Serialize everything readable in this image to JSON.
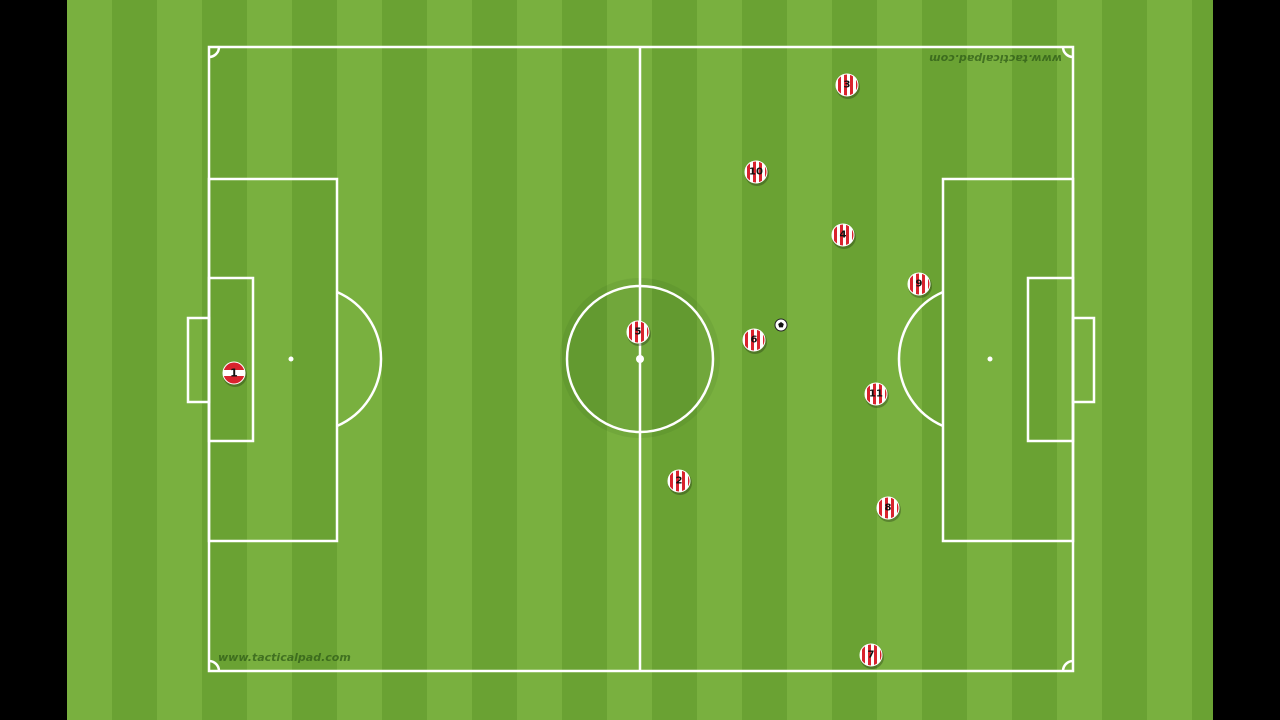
{
  "watermark_text": "www.tacticalpad.com",
  "colors": {
    "grass_light": "#79b03f",
    "grass_dark": "#6aa233",
    "line": "#ffffff",
    "letterbox": "#000000",
    "kit_red": "#d9232e",
    "kit_white": "#ffffff"
  },
  "team": {
    "goalkeeper": {
      "number": "1"
    },
    "players": [
      {
        "number": "2"
      },
      {
        "number": "3"
      },
      {
        "number": "4"
      },
      {
        "number": "5"
      },
      {
        "number": "6"
      },
      {
        "number": "7"
      },
      {
        "number": "8"
      },
      {
        "number": "9"
      },
      {
        "number": "10"
      },
      {
        "number": "11"
      }
    ]
  },
  "ball": {
    "icon": "football-icon"
  }
}
